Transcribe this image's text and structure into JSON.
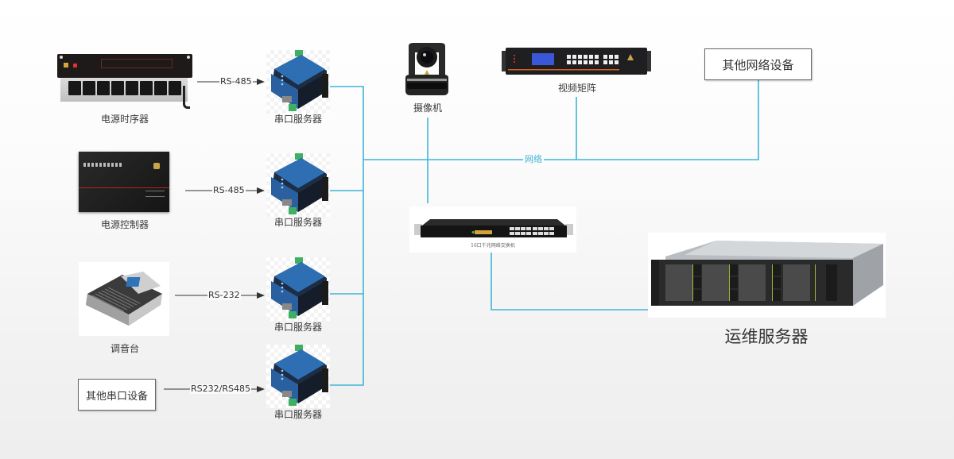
{
  "diagram": {
    "title": "串口服务器 / 网络设备 系统连接图",
    "line_color": "#40b4d8",
    "arrow_color": "#333333",
    "network_label": "网络",
    "serial_devices": [
      {
        "device_label": "电源时序器",
        "icon": "power-sequencer-icon",
        "protocol": "RS-485",
        "server_label": "串口服务器"
      },
      {
        "device_label": "电源控制器",
        "icon": "power-controller-icon",
        "protocol": "RS-485",
        "server_label": "串口服务器"
      },
      {
        "device_label": "调音台",
        "icon": "audio-mixer-icon",
        "protocol": "RS-232",
        "server_label": "串口服务器"
      },
      {
        "device_label": "其他串口设备",
        "icon": "text-box",
        "protocol": "RS232/RS485",
        "server_label": "串口服务器"
      }
    ],
    "network_devices": [
      {
        "label": "摄像机",
        "icon": "ptz-camera-icon"
      },
      {
        "label": "视频矩阵",
        "icon": "video-matrix-icon"
      },
      {
        "label": "其他网络设备",
        "icon": "text-box"
      }
    ],
    "switch": {
      "label": "16口千兆网络交换机",
      "icon": "network-switch-icon"
    },
    "server": {
      "label": "运维服务器",
      "icon": "rack-server-icon"
    }
  }
}
